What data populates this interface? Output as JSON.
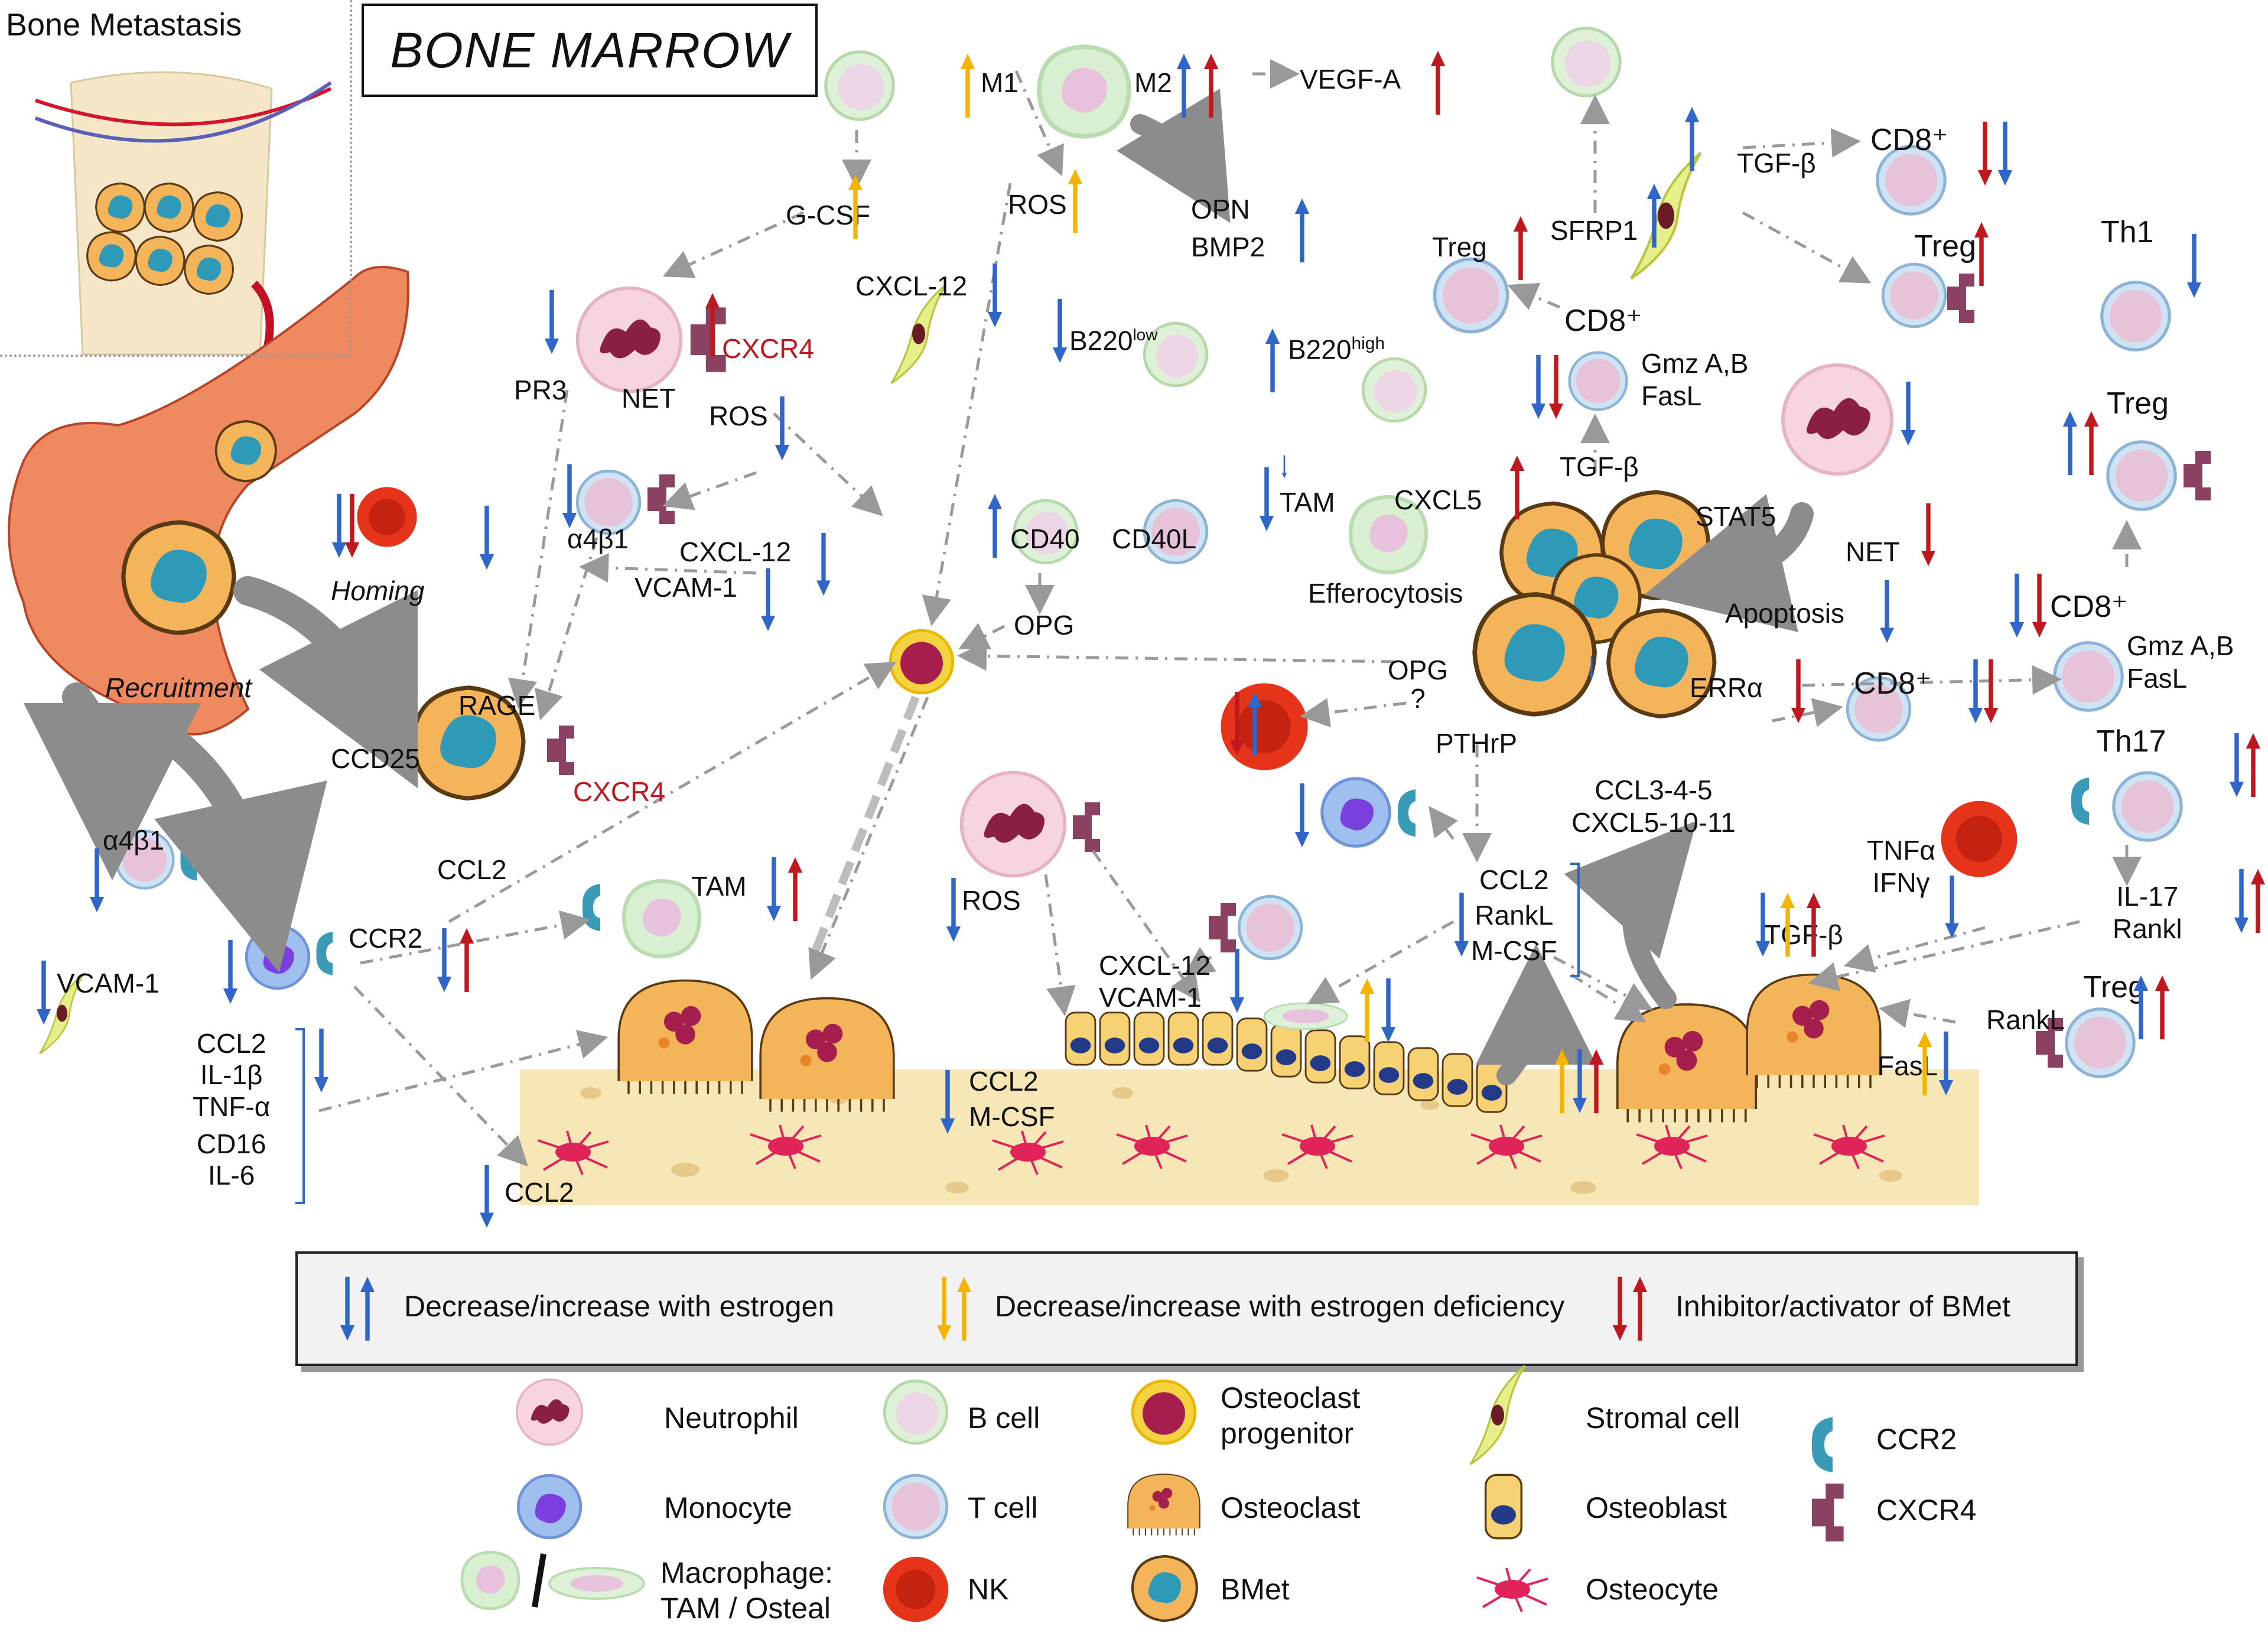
{
  "inset": {
    "title": "Bone Metastasis"
  },
  "title": "BONE MARROW",
  "labels": {
    "recruitment": "Recruitment",
    "homing": "Homing",
    "pr3": "PR3",
    "net_main": "NET",
    "cxcr4_net": "CXCR4",
    "gcsf": "G-CSF",
    "m1": "M1",
    "m2": "M2",
    "vegfa": "VEGF-A",
    "ros_top": "ROS",
    "opn": "OPN",
    "bmp2": "BMP2",
    "cxcl12_top": "CXCL-12",
    "b220low": "B220",
    "b220low_sup": "low",
    "b220high": "B220",
    "b220high_sup": "high",
    "ros_mid": "ROS",
    "a4b1_mid": "α4β1",
    "cxcl12_mid": "CXCL-12",
    "vcam1_mid": "VCAM-1",
    "cd40": "CD40",
    "cd40l": "CD40L",
    "opg_mid": "OPG",
    "rage": "RAGE",
    "ccd25": "CCD25",
    "cxcr4_bmet": "CXCR4",
    "ccl2_bmet": "CCL2",
    "a4b1_left": "α4β1",
    "vcam1_left": "VCAM-1",
    "ccr2": "CCR2",
    "tam_lower": "TAM",
    "mono_cytokines": [
      "CCL2",
      "IL-1β",
      "TNF-α",
      "CD16",
      "IL-6"
    ],
    "ccl2_bottom": "CCL2",
    "ros_lower": "ROS",
    "cxcl12_ob": "CXCL-12",
    "vcam1_ob": "VCAM-1",
    "ccl2_mcsf_ob": [
      "CCL2",
      "M-CSF"
    ],
    "tam_right": "TAM",
    "cxcl5": "CXCL5",
    "efferocytosis": "Efferocytosis",
    "opg_q": [
      "OPG",
      "?"
    ],
    "pthrp": "PTHrP",
    "ccl2_list": [
      "CCL2",
      "RankL",
      "M-CSF"
    ],
    "ccl_chemokines": [
      "CCL3-4-5",
      "CXCL5-10-11"
    ],
    "tgfb_upper": "TGF-β",
    "stat5": "STAT5",
    "errα": "ERRα",
    "net_right": "NET",
    "apoptosis": "Apoptosis",
    "cd8_top": "CD8⁺",
    "treg_top_right": "Treg",
    "sfrp1": "SFRP1",
    "tgfb_top": "TGF-β",
    "treg_left": "Treg",
    "cd8_mid": "CD8⁺",
    "gmz_mid": [
      "Gmz A,B",
      "FasL"
    ],
    "cd8_tumor": "CD8⁺",
    "th1": "Th1",
    "treg_right": "Treg",
    "cd8_right": "CD8⁺",
    "gmz_right": [
      "Gmz A,B",
      "FasL"
    ],
    "th17": "Th17",
    "il17": [
      "IL-17",
      "Rankl"
    ],
    "tnfa": [
      "TNFα",
      "IFNγ"
    ],
    "tgfb_lower": "TGF-β",
    "treg_bottom": "Treg",
    "rankl": "RankL",
    "fasl": "FasL"
  },
  "legend_bar": {
    "blue": "Decrease/increase with estrogen",
    "yellow": "Decrease/increase with estrogen deficiency",
    "red": "Inhibitor/activator of BMet"
  },
  "key": {
    "neutrophil": "Neutrophil",
    "monocyte": "Monocyte",
    "macrophage": [
      "Macrophage:",
      "TAM / Osteal"
    ],
    "bcell": "B cell",
    "tcell": "T cell",
    "nk": "NK",
    "oc_prog": [
      "Osteoclast",
      "progenitor"
    ],
    "osteoclast": "Osteoclast",
    "bmet": "BMet",
    "stromal": "Stromal cell",
    "osteoblast": "Osteoblast",
    "osteocyte": "Osteocyte",
    "ccr2": "CCR2",
    "cxcr4": "CXCR4"
  },
  "colors": {
    "blue_arrow": "#2f66c8",
    "red_arrow": "#c0181f",
    "yellow_arrow": "#f5b400",
    "bmet_fill": "#f4b45a",
    "bmet_nucleus": "#2f9ab8",
    "tcell_fill": "#e9c6dc",
    "bone": "#f7e7b6"
  }
}
